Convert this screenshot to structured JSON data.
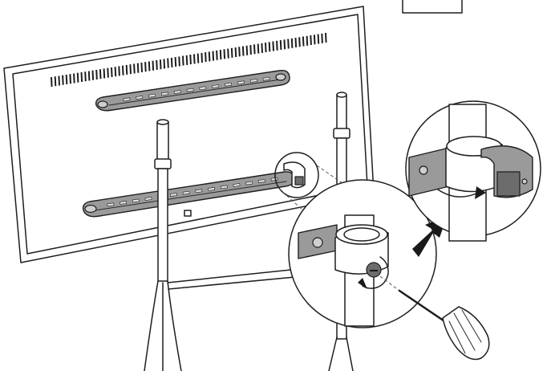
{
  "figure": {
    "kind": "assembly-instruction",
    "stroke_color": "#1e1e1e",
    "part_fill": "#9a9a9a",
    "arrow_fill": "#111111",
    "icons": [
      "tv-back-panel",
      "wall-bracket-icon",
      "stand-pole-icon",
      "detail-zoom-circle",
      "pipe-clamp-icon",
      "rotate-arrow-icon",
      "screwdriver-icon",
      "direction-arrow-icon",
      "step-label-box"
    ]
  }
}
